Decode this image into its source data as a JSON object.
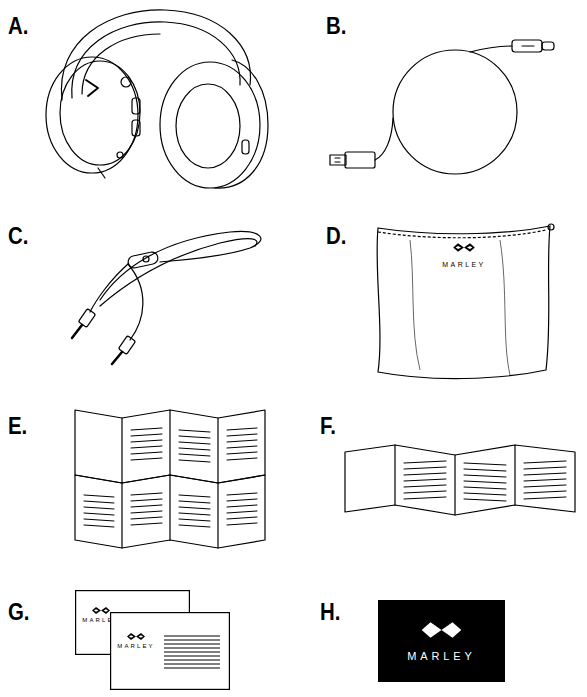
{
  "diagram": {
    "nodes": [
      {
        "text": [
          "MARLEY"
        ]
      },
      {
        "text": [
          "MARLEY"
        ]
      },
      {
        "text": [
          "MARLEY"
        ]
      },
      {
        "text": [
          "MARLEY"
        ]
      }
    ],
    "labels": [
      "A.",
      "B.",
      "C.",
      "D.",
      "E.",
      "F.",
      "G.",
      "H."
    ]
  }
}
